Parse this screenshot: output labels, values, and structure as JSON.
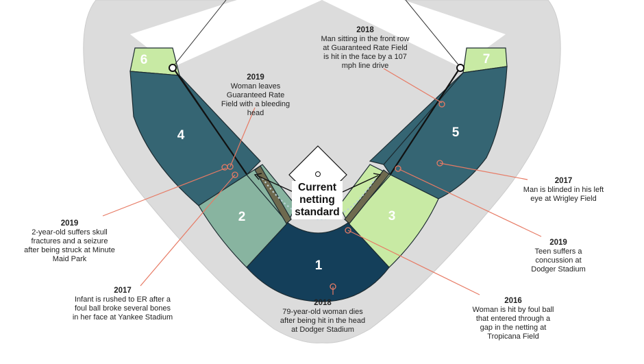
{
  "colors": {
    "stands": "#dcdcdc",
    "zone1": "#143f5a",
    "zone2": "#88b4a0",
    "zone3": "#c8eaa4",
    "zone4": "#356573",
    "zone5": "#356573",
    "zone6": "#c8eaa4",
    "zone7": "#c8eaa4",
    "netting": "#6e6a4f",
    "leader": "#e77a64"
  },
  "zones": [
    {
      "id": "1",
      "label": "1"
    },
    {
      "id": "2",
      "label": "2"
    },
    {
      "id": "3",
      "label": "3"
    },
    {
      "id": "4",
      "label": "4"
    },
    {
      "id": "5",
      "label": "5"
    },
    {
      "id": "6",
      "label": "6"
    },
    {
      "id": "7",
      "label": "7"
    }
  ],
  "netting_label": "Current netting standard",
  "annotations": [
    {
      "year": "2019",
      "text": "Woman leaves Guaranteed Rate Field with a bleeding head"
    },
    {
      "year": "2018",
      "text": "Man sitting in the front row at Guaranteed Rate Field is hit in the face by a 107 mph line drive"
    },
    {
      "year": "2017",
      "text": "Man is blinded in his left eye at Wrigley Field"
    },
    {
      "year": "2019",
      "text": "Teen suffers a concussion at Dodger Stadium"
    },
    {
      "year": "2016",
      "text": "Woman is hit by foul ball that entered through a gap in the netting at Tropicana Field"
    },
    {
      "year": "2018",
      "text": "79-year-old woman dies after being hit in the head at Dodger Stadium"
    },
    {
      "year": "2017",
      "text": "Infant is rushed to ER after a foul ball broke several bones in her face at Yankee Stadium"
    },
    {
      "year": "2019",
      "text": "2-year-old suffers skull fractures and a seizure after being struck at Minute Maid Park"
    }
  ]
}
